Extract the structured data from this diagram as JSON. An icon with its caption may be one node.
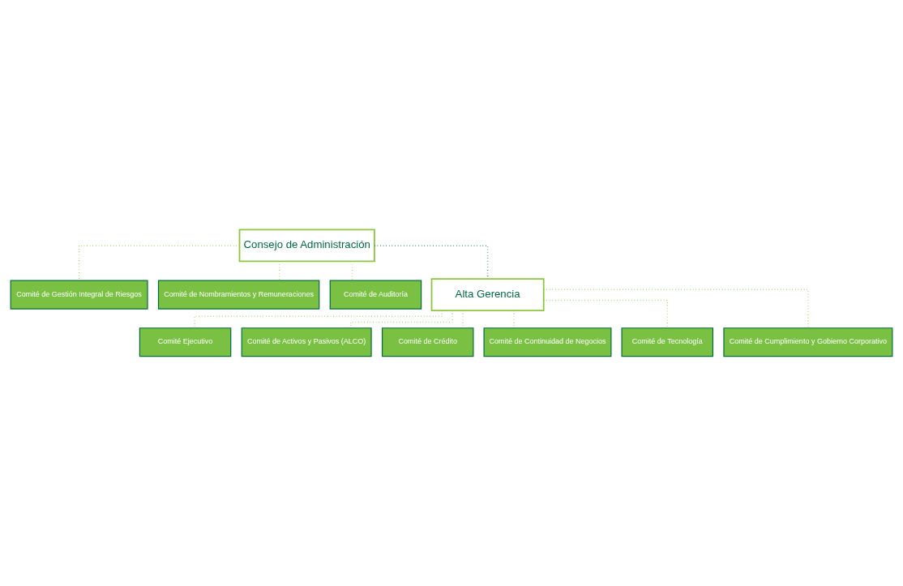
{
  "diagram": {
    "nodes": [
      {
        "text": [
          "Consejo de Administración"
        ]
      },
      {
        "text": [
          "Comité de Gestión Integral de Riesgos"
        ]
      },
      {
        "text": [
          "Comité de Nombramientos y Remuneraciones"
        ]
      },
      {
        "text": [
          "Comité de Auditoría"
        ]
      },
      {
        "text": [
          "Alta Gerencia"
        ]
      },
      {
        "text": [
          "Comité Ejecutivo"
        ]
      },
      {
        "text": [
          "Comité de Activos y Pasivos (ALCO)"
        ]
      },
      {
        "text": [
          "Comité de Crédito"
        ]
      },
      {
        "text": [
          "Comité de Continuidad de Negocios"
        ]
      },
      {
        "text": [
          "Comité de Tecnología"
        ]
      },
      {
        "text": [
          "Comité de Cumplimiento y Gobierno Corporativo"
        ]
      }
    ],
    "edges": [
      {
        "from": 0,
        "to": 1,
        "arrow": "none",
        "style": "dashed"
      },
      {
        "from": 0,
        "to": 2,
        "arrow": "none",
        "style": "dashed"
      },
      {
        "from": 0,
        "to": 3,
        "arrow": "none",
        "style": "dashed"
      },
      {
        "from": 0,
        "to": 4,
        "arrow": "none",
        "style": "dashed",
        "color": "#006b3f"
      },
      {
        "from": 4,
        "to": 5,
        "arrow": "none",
        "style": "dashed"
      },
      {
        "from": 4,
        "to": 6,
        "arrow": "none",
        "style": "dashed"
      },
      {
        "from": 4,
        "to": 7,
        "arrow": "none",
        "style": "dashed"
      },
      {
        "from": 4,
        "to": 8,
        "arrow": "none",
        "style": "dashed"
      },
      {
        "from": 4,
        "to": 9,
        "arrow": "none",
        "style": "dashed"
      },
      {
        "from": 4,
        "to": 10,
        "arrow": "none",
        "style": "dashed"
      }
    ]
  }
}
